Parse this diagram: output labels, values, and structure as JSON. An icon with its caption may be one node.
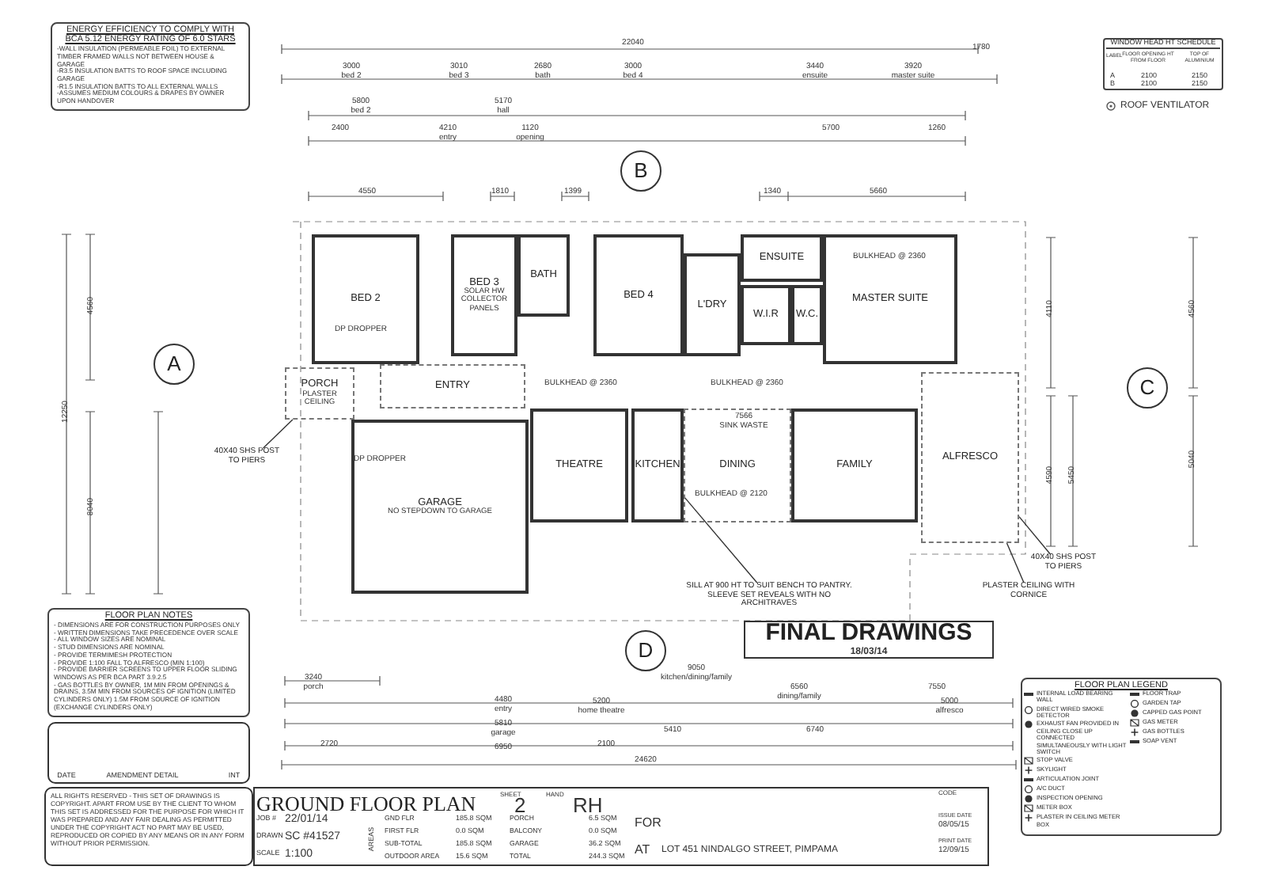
{
  "diagram": {
    "title": "GROUND FLOOR PLAN",
    "nodes": [
      {
        "text": [
          "BED 2"
        ]
      },
      {
        "text": [
          "BED 3",
          "SOLAR HW COLLECTOR PANELS"
        ]
      },
      {
        "text": [
          "BATH"
        ]
      },
      {
        "text": [
          "BED 4"
        ]
      },
      {
        "text": [
          "L'DRY"
        ]
      },
      {
        "text": [
          "ENSUITE"
        ]
      },
      {
        "text": [
          "W.I.R"
        ]
      },
      {
        "text": [
          "W.C."
        ]
      },
      {
        "text": [
          "MASTER SUITE"
        ]
      },
      {
        "text": [
          "PORCH",
          "PLASTER CEILING"
        ]
      },
      {
        "text": [
          "ENTRY"
        ]
      },
      {
        "text": [
          "GARAGE",
          "NO STEPDOWN TO GARAGE"
        ]
      },
      {
        "text": [
          "THEATRE"
        ]
      },
      {
        "text": [
          "KITCHEN"
        ]
      },
      {
        "text": [
          "DINING"
        ]
      },
      {
        "text": [
          "FAMILY"
        ]
      },
      {
        "text": [
          "ALFRESCO"
        ]
      },
      {
        "text": [
          "A"
        ]
      },
      {
        "text": [
          "B"
        ]
      },
      {
        "text": [
          "C"
        ]
      },
      {
        "text": [
          "D"
        ]
      },
      {
        "text": [
          "FINAL DRAWINGS",
          "18/03/14"
        ]
      },
      {
        "text": [
          "ENERGY EFFICIENCY TO COMPLY WITH BCA 5.12 ENERGY RATING OF 6.0 STARS",
          "-WALL INSULATION (PERMEABLE FOIL) TO EXTERNAL TIMBER FRAMED WALLS NOT BETWEEN HOUSE & GARAGE",
          "-R3.5 INSULATION BATTS TO ROOF SPACE INCLUDING GARAGE",
          "-R1.5 INSULATION BATTS TO ALL EXTERNAL WALLS",
          "-ASSUMES MEDIUM COLOURS & DRAPES BY OWNER UPON HANDOVER"
        ]
      },
      {
        "text": [
          "WINDOW HEAD HT SCHEDULE"
        ]
      },
      {
        "text": [
          "FLOOR PLAN NOTES",
          "- DIMENSIONS ARE FOR CONSTRUCTION PURPOSES ONLY",
          "- WRITTEN DIMENSIONS TAKE PRECEDENCE OVER SCALE",
          "- ALL WINDOW SIZES ARE NOMINAL",
          "- STUD DIMENSIONS ARE NOMINAL",
          "- PROVIDE TERMIMESH PROTECTION",
          "- PROVIDE 1:100 FALL TO ALFRESCO (MIN 1:100)",
          "- PROVIDE BARRIER SCREENS TO UPPER FLOOR SLIDING WINDOWS AS PER BCA PART 3.9.2.5",
          "- GAS BOTTLES BY OWNER, 1M MIN FROM OPENINGS & DRAINS, 3.5M MIN FROM SOURCES OF IGNITION (LIMITED CYLINDERS ONLY) 1.5M FROM SOURCE OF IGNITION (EXCHANGE CYLINDERS ONLY)"
        ]
      },
      {
        "text": [
          "FLOOR PLAN LEGEND"
        ]
      },
      {
        "text": [
          "40X40 SHS POST TO PIERS"
        ]
      },
      {
        "text": [
          "40X40 SHS POST TO PIERS"
        ]
      },
      {
        "text": [
          "PLASTER CEILING WITH CORNICE"
        ]
      },
      {
        "text": [
          "SILL AT 900 HT TO SUIT BENCH TO PANTRY. SLEEVE SET REVEALS WITH NO ARCHITRAVES"
        ]
      }
    ],
    "edges": [
      {
        "from": 26,
        "to": 9,
        "arrow": "none"
      },
      {
        "from": 27,
        "to": 16,
        "arrow": "none"
      },
      {
        "from": 28,
        "to": 16,
        "arrow": "none"
      },
      {
        "from": 29,
        "to": 13,
        "arrow": "none"
      }
    ],
    "labels": [
      "22040",
      "3000",
      "bed 2",
      "3010",
      "bed 3",
      "2680",
      "bath",
      "3000",
      "bed 4",
      "3440",
      "ensuite",
      "3920",
      "master suite",
      "1780",
      "5800",
      "bed 2",
      "5170",
      "hall",
      "2400",
      "4210",
      "entry",
      "1120",
      "opening",
      "5700",
      "1260",
      "4550",
      "1810",
      "1399",
      "1340",
      "5660",
      "3240",
      "porch",
      "4480",
      "entry",
      "5810",
      "garage",
      "2720",
      "6950",
      "5200",
      "home theatre",
      "2100",
      "9050",
      "kitchen/dining/family",
      "6560",
      "dining/family",
      "7550",
      "5000",
      "alfresco",
      "5410",
      "6740",
      "24620",
      "12250",
      "4560",
      "8040",
      "4110",
      "4590",
      "5450",
      "5040",
      "4560",
      "DP DROPPER",
      "DP DROPPER",
      "BULKHEAD @ 2360",
      "BULKHEAD @ 2360",
      "BULKHEAD @ 2360",
      "BULKHEAD @ 2120",
      "7566",
      "SINK WASTE",
      "LABEL",
      "FLOOR OPENING HT FROM FLOOR",
      "TOP OF ALUMINIUM",
      "A",
      "2100",
      "2150",
      "B",
      "2100",
      "2150",
      "ROOF VENTILATOR",
      "DATE",
      "AMENDMENT DETAIL",
      "INT",
      "ALL RIGHTS RESERVED - THIS SET OF DRAWINGS IS COPYRIGHT. APART FROM USE BY THE CLIENT TO WHOM THIS SET IS ADDRESSED FOR THE PURPOSE FOR WHICH IT WAS PREPARED AND ANY FAIR DEALING AS PERMITTED UNDER THE COPYRIGHT ACT NO PART MAY BE USED, REPRODUCED OR COPIED BY ANY MEANS OR IN ANY FORM WITHOUT PRIOR PERMISSION.",
      "SHEET",
      "2",
      "HAND",
      "RH",
      "JOB #",
      "22/01/14",
      "DRAWN",
      "SC #41527",
      "SCALE",
      "1:100",
      "AREAS",
      "GND FLR",
      "185.8 SQM",
      "FIRST FLR",
      "0.0 SQM",
      "SUB-TOTAL",
      "185.8 SQM",
      "OUTDOOR AREA",
      "15.6 SQM",
      "PORCH",
      "6.5 SQM",
      "BALCONY",
      "0.0 SQM",
      "GARAGE",
      "36.2 SQM",
      "TOTAL",
      "244.3 SQM",
      "FOR",
      "AT",
      "LOT 451 NINDALGO STREET, PIMPAMA",
      "CODE",
      "ISSUE DATE",
      "08/05/15",
      "PRINT DATE",
      "12/09/15"
    ],
    "legend": [
      {
        "text": "INTERNAL LOAD BEARING WALL"
      },
      {
        "text": "DIRECT WIRED SMOKE DETECTOR"
      },
      {
        "text": "EXHAUST FAN PROVIDED IN CEILING CLOSE UP CONNECTED SIMULTANEOUSLY WITH LIGHT SWITCH"
      },
      {
        "text": "STOP VALVE"
      },
      {
        "text": "SKYLIGHT"
      },
      {
        "text": "ARTICULATION JOINT"
      },
      {
        "text": "A/C DUCT"
      },
      {
        "text": "INSPECTION OPENING"
      },
      {
        "text": "METER BOX"
      },
      {
        "text": "PLASTER IN CEILING METER BOX"
      },
      {
        "text": "FLOOR TRAP"
      },
      {
        "text": "GARDEN TAP"
      },
      {
        "text": "CAPPED GAS POINT"
      },
      {
        "text": "GAS METER"
      },
      {
        "text": "GAS BOTTLES"
      },
      {
        "text": "SOAP VENT"
      }
    ]
  }
}
